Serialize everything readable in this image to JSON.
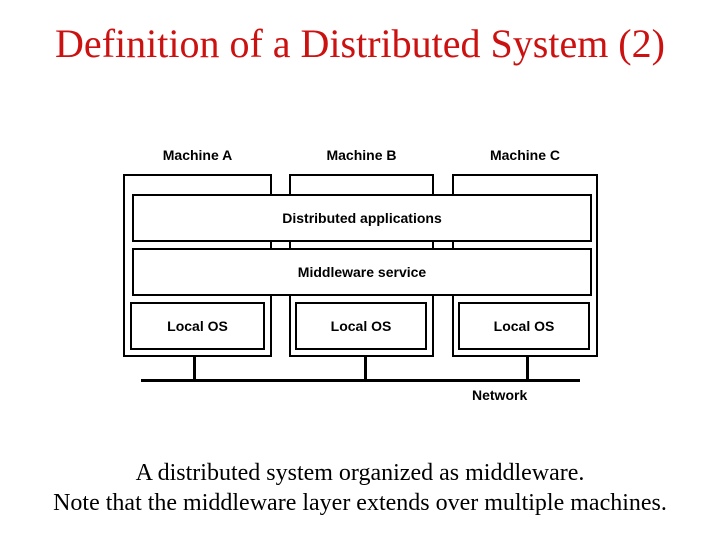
{
  "slide": {
    "title": "Definition of a Distributed System (2)",
    "title_color": "#cc1111",
    "caption": {
      "line1": "A distributed system organized as middleware.",
      "line2": "Note that the middleware layer extends over multiple machines."
    }
  },
  "diagram": {
    "machines": [
      {
        "label": "Machine A",
        "os_label": "Local OS"
      },
      {
        "label": "Machine B",
        "os_label": "Local OS"
      },
      {
        "label": "Machine C",
        "os_label": "Local OS"
      }
    ],
    "applications_label": "Distributed applications",
    "middleware_label": "Middleware service",
    "network_label": "Network"
  }
}
